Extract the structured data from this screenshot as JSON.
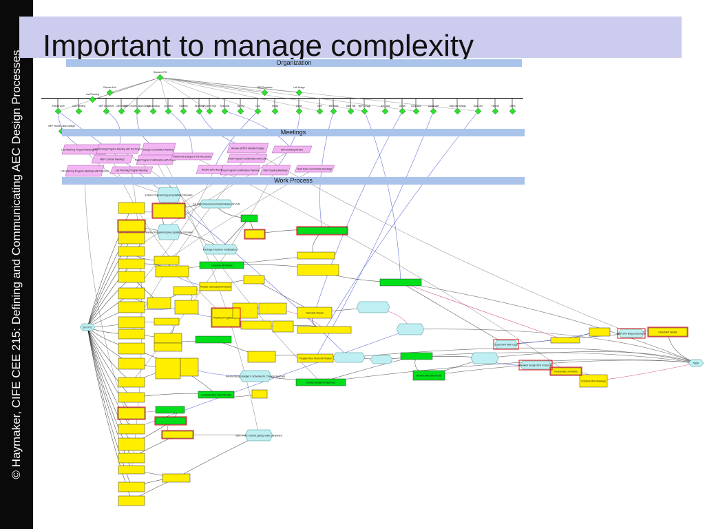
{
  "slide": {
    "title": "Important to manage complexity",
    "side_text": "© Haymaker, CIFE     CEE 215: Defining and Communicating AEC Design Processes"
  },
  "bands": {
    "organization": "Organization",
    "meetings": "Meetings",
    "work_process": "Work Process"
  },
  "colors": {
    "title_bar": "#ccccee",
    "band": "#a9c3ea",
    "org_node": "#33dd33",
    "meeting_node": "#f2b6f2",
    "task_node": "#ffee00",
    "milestone_node": "#00e01a",
    "decision_node": "#bfeff2",
    "red_outline": "#dd1111",
    "link_black": "#222222",
    "link_blue": "#3344cc",
    "link_pink": "#cc2277"
  },
  "diagram": {
    "legend_labels": [
      "Meetings"
    ],
    "finish_label": "finish",
    "start_label": "'28-07-01",
    "labels": {
      "t1": "Exterior Programming Acceptability Estimated",
      "t2": "Cal 100% Recommend Determination of VFR",
      "t3": "Finalized Programming Acceptability Estimated",
      "t4": "Package Structural modifications",
      "t5": "Complete all finishes",
      "t6": "Finalize cost Equipment plans",
      "t7": "Architect Program MEP",
      "t8": "Review Design Budget & Schedule for Changes Approval",
      "t9": "Complete New Steel Storage",
      "t10": "MEP HVAC conduit, piping routes completed",
      "t11": "Schedule Impact",
      "t12": "Prepare Floor Plans for Review",
      "t13": "Design Budget for Approval",
      "t14": "Review Alternate Means",
      "t15": "Detailed Design 90% Complete",
      "t16": "Incorporate comments",
      "t17": "Issue 90% MEP CDs",
      "t18": "Combine 90% drawings",
      "t19": "MEP 50% Bldg components",
      "t20": "Final MEP Details",
      "m1": "Lab Planning Program Meetings with Directors",
      "m2": "Lab Planning Program Meeting with the Program",
      "m3": "MEP Controls Meetings",
      "m4": "Design Coordination Meeting",
      "m5": "Final Program Confirmation with Offices",
      "m6": "Review all changes in the floor plans",
      "m7": "Review all 50% Detailed Design",
      "m8": "Final Program Confirmation with LAB",
      "m9": "50% Drawing Review",
      "m10": "Review 50% documents",
      "m11": "Final Program Confirmation Planning",
      "m12": "Start Drawing Meetings",
      "m13": "Lab Planning Program Meetings with Directors",
      "m14": "Lab Planning Program Meeting",
      "m15": "Start Date Coordination Meetings",
      "o1": "Research PM",
      "o2": "Exterior Arch",
      "o3": "Lab Planning",
      "o4": "MEP Engineers",
      "o5": "Lab Design",
      "o6": "MEP Tenant Liaison design",
      "o7": "Lab planning",
      "o8": "Architect",
      "o9": "Facilities",
      "o10": "Structural",
      "o11": "Program Mgr",
      "o12": "Research",
      "o13": "Lab PM",
      "o14": "Cost",
      "o15": "Tenant",
      "o16": "Finish",
      "o17": "Elec",
      "o18": "A/E Team",
      "o19": "Steel Fab",
      "o20": "MEP Design",
      "o21": "A/E Lead",
      "o22": "Owner",
      "o23": "Contractor",
      "o24": "Landscape",
      "o25": "Total Sole Design",
      "o26": "Data Dev",
      "o27": "Finance",
      "o28": "Users"
    }
  }
}
